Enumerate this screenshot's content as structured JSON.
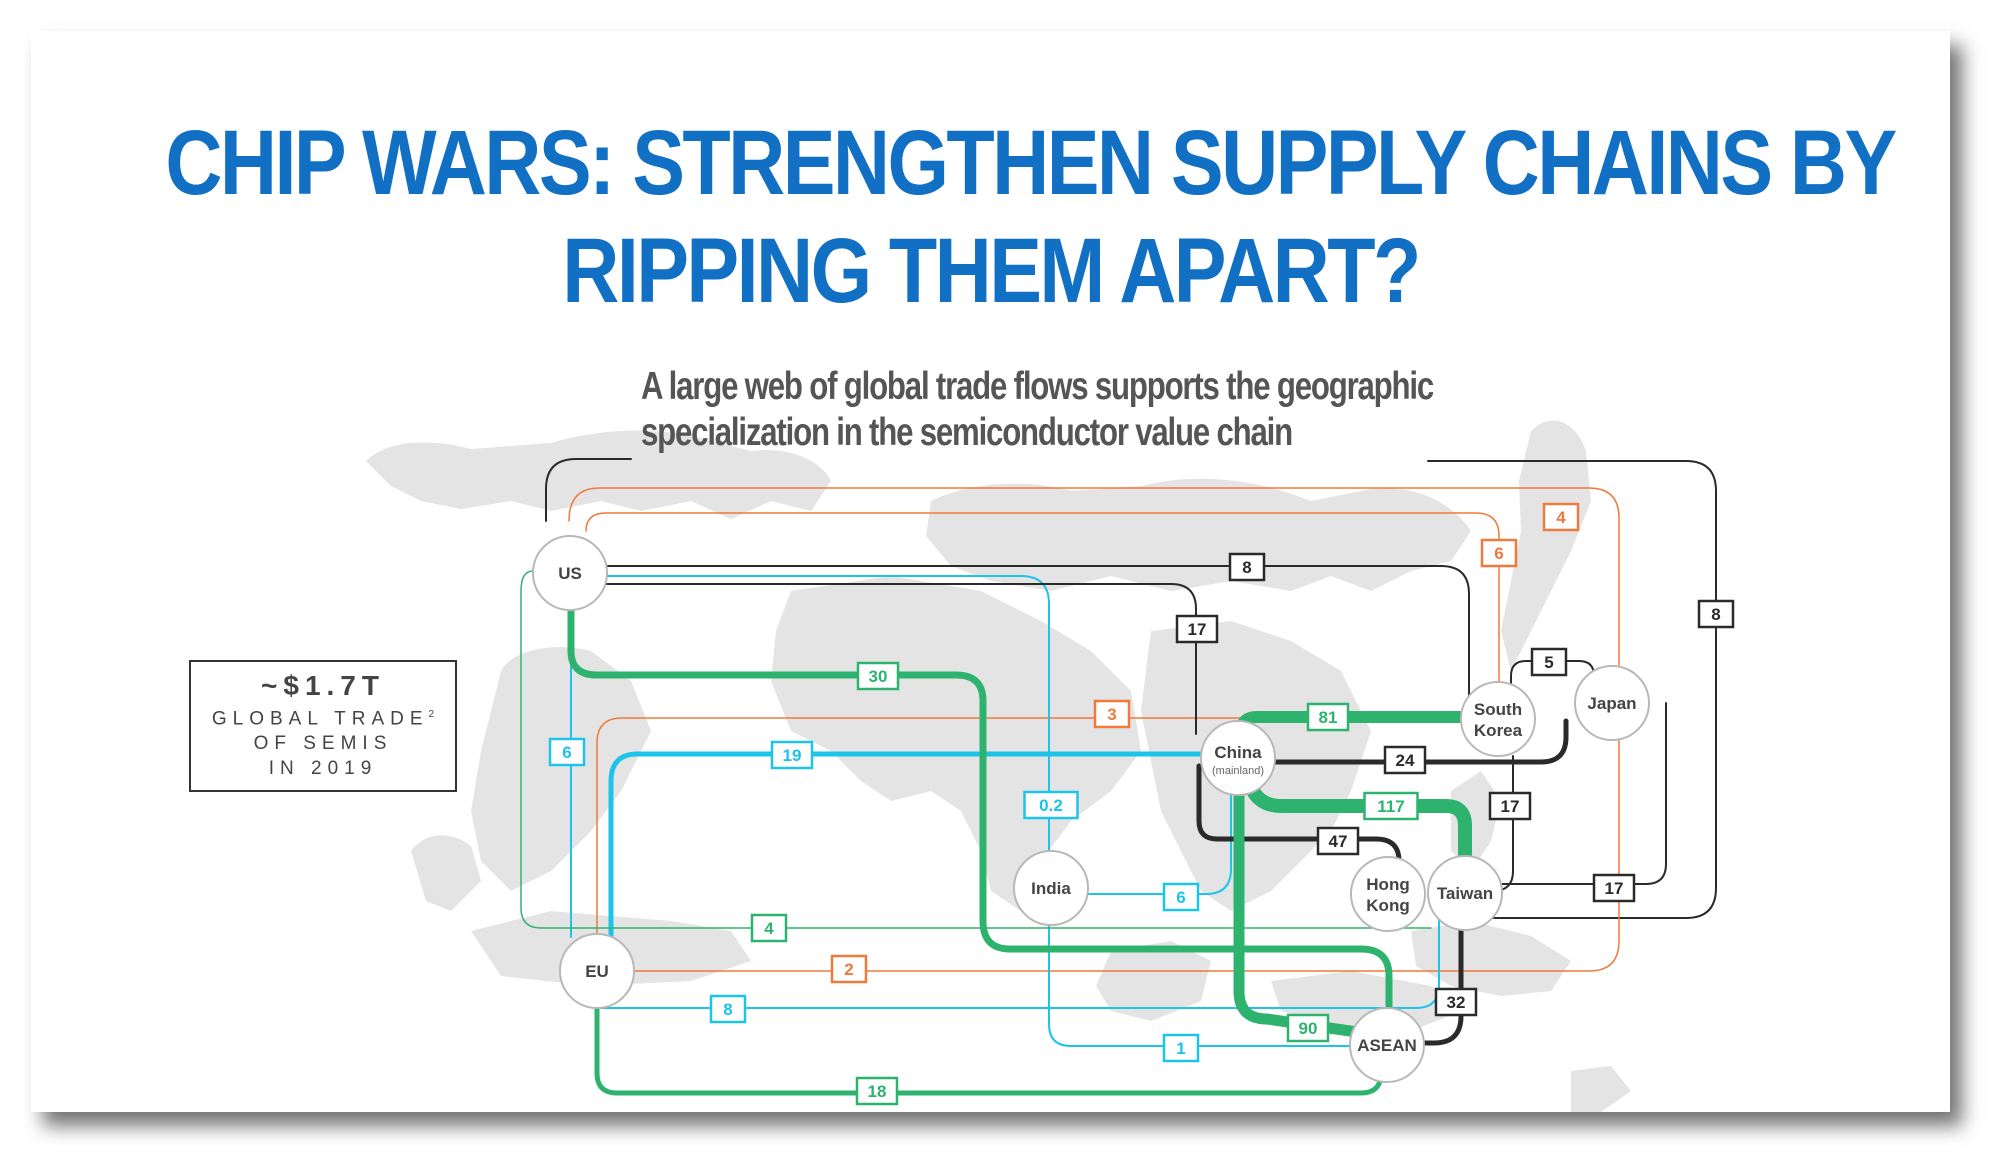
{
  "title": {
    "line1": "CHIP WARS: STRENGTHEN SUPPLY CHAINS BY",
    "line2": "RIPPING THEM APART?"
  },
  "subtitle": {
    "line1": "A large web of global trade flows supports the geographic",
    "line2": "specialization in the semiconductor value chain"
  },
  "stat": {
    "value": "~$1.7T",
    "label_line1": "GLOBAL TRADE",
    "footnote": "2",
    "label_line2": "OF SEMIS",
    "label_line3": "IN 2019"
  },
  "colors": {
    "title": "#1270c4",
    "green": "#2db36e",
    "cyan": "#1ec3ea",
    "orange": "#f07a3c",
    "dark": "#2a2a2a",
    "map": "#e4e4e4"
  },
  "nodes": [
    {
      "id": "us",
      "label": "US"
    },
    {
      "id": "eu",
      "label": "EU"
    },
    {
      "id": "india",
      "label": "India"
    },
    {
      "id": "china",
      "label": "China",
      "sublabel": "(mainland)"
    },
    {
      "id": "south-korea",
      "label": "South Korea"
    },
    {
      "id": "japan",
      "label": "Japan"
    },
    {
      "id": "hong-kong",
      "label": "Hong Kong"
    },
    {
      "id": "taiwan",
      "label": "Taiwan"
    },
    {
      "id": "asean",
      "label": "ASEAN"
    }
  ],
  "flows": [
    {
      "id": "us-japan",
      "value": "8",
      "color": "dark"
    },
    {
      "id": "us-korea",
      "value": "8",
      "color": "dark"
    },
    {
      "id": "us-china",
      "value": "17",
      "color": "dark"
    },
    {
      "id": "us-asean",
      "value": "30",
      "color": "green"
    },
    {
      "id": "us-eu",
      "value": "6",
      "color": "cyan"
    },
    {
      "id": "us-india",
      "value": "0.2",
      "color": "cyan"
    },
    {
      "id": "us-korea-orange",
      "value": "6",
      "color": "orange"
    },
    {
      "id": "eu-china",
      "value": "19",
      "color": "cyan"
    },
    {
      "id": "eu-korea-orange",
      "value": "3",
      "color": "orange"
    },
    {
      "id": "eu-taiwan-orange",
      "value": "2",
      "color": "orange"
    },
    {
      "id": "eu-taiwan",
      "value": "8",
      "color": "cyan"
    },
    {
      "id": "eu-us-green",
      "value": "4",
      "color": "green"
    },
    {
      "id": "eu-asean",
      "value": "18",
      "color": "green"
    },
    {
      "id": "japan-orange",
      "value": "4",
      "color": "orange"
    },
    {
      "id": "india-china",
      "value": "6",
      "color": "cyan"
    },
    {
      "id": "india-asean",
      "value": "1",
      "color": "cyan"
    },
    {
      "id": "china-korea",
      "value": "81",
      "color": "green"
    },
    {
      "id": "china-korea-dark",
      "value": "24",
      "color": "dark"
    },
    {
      "id": "china-taiwan",
      "value": "117",
      "color": "green"
    },
    {
      "id": "china-hongkong",
      "value": "47",
      "color": "dark"
    },
    {
      "id": "china-asean",
      "value": "90",
      "color": "green"
    },
    {
      "id": "korea-japan",
      "value": "5",
      "color": "dark"
    },
    {
      "id": "korea-taiwan",
      "value": "17",
      "color": "dark"
    },
    {
      "id": "japan-taiwan",
      "value": "17",
      "color": "dark"
    },
    {
      "id": "taiwan-asean",
      "value": "32",
      "color": "dark"
    }
  ]
}
